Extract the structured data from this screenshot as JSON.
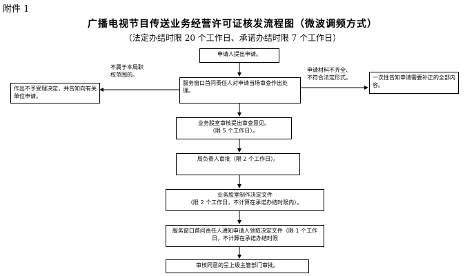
{
  "header": {
    "attachment_label": "附件 1",
    "title": "广播电视节目传送业务经营许可证核发流程图（微波调频方式）",
    "subtitle": "（法定办结时限 20 个工作日、承诺办结时限 7 个工作日）"
  },
  "flow": {
    "apply": "申请人提出申请。",
    "window_review": "服务窗口首问责任人对申请当场审查作出处理。",
    "dept_opinion": "业务股室审核提出审查意见。\n（限 5 个工作日）。",
    "director_approval": "局负责人审批（限 2 个工作日）。",
    "make_decision": "业务股室制作决定文件\n（限 2 个工作日，不计算在承诺办结时限内）。",
    "notify": "服务窗口首问责任人通知申请人领取决定文件（限 1 个工作日，不计算在承诺办结时限",
    "superior_approval": "审核同意的呈上级主管部门审批。"
  },
  "branches": {
    "not_in_scope_label": "不属于本局职\n权范围的。",
    "not_in_scope_result": "作出不予受理决定，并告知向有关单位申请。",
    "incomplete_label": "申请材料不齐全、\n不符合法定形式。",
    "incomplete_result": "一次性告知申请需要补正的全部内容。"
  },
  "colors": {
    "line": "#000000",
    "box_border": "#000000",
    "background": "#ffffff"
  }
}
